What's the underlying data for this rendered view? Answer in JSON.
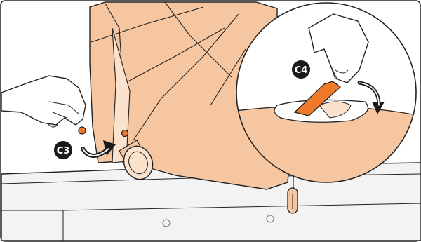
{
  "callouts": [
    {
      "id": "C3",
      "label": "C3"
    },
    {
      "id": "C4",
      "label": "C4"
    }
  ],
  "colors": {
    "skin": "#f5c6a0",
    "skin_shadow": "#eab38a",
    "skin_light": "#fbe2cc",
    "orange": "#f07a2a",
    "base": "#f2f2f2",
    "outline": "#222222",
    "callout_fill": "#1a1a1a"
  },
  "icons": [
    "hand-icon",
    "rotate-arrow-icon",
    "zipper-icon",
    "magnifier-circle"
  ]
}
